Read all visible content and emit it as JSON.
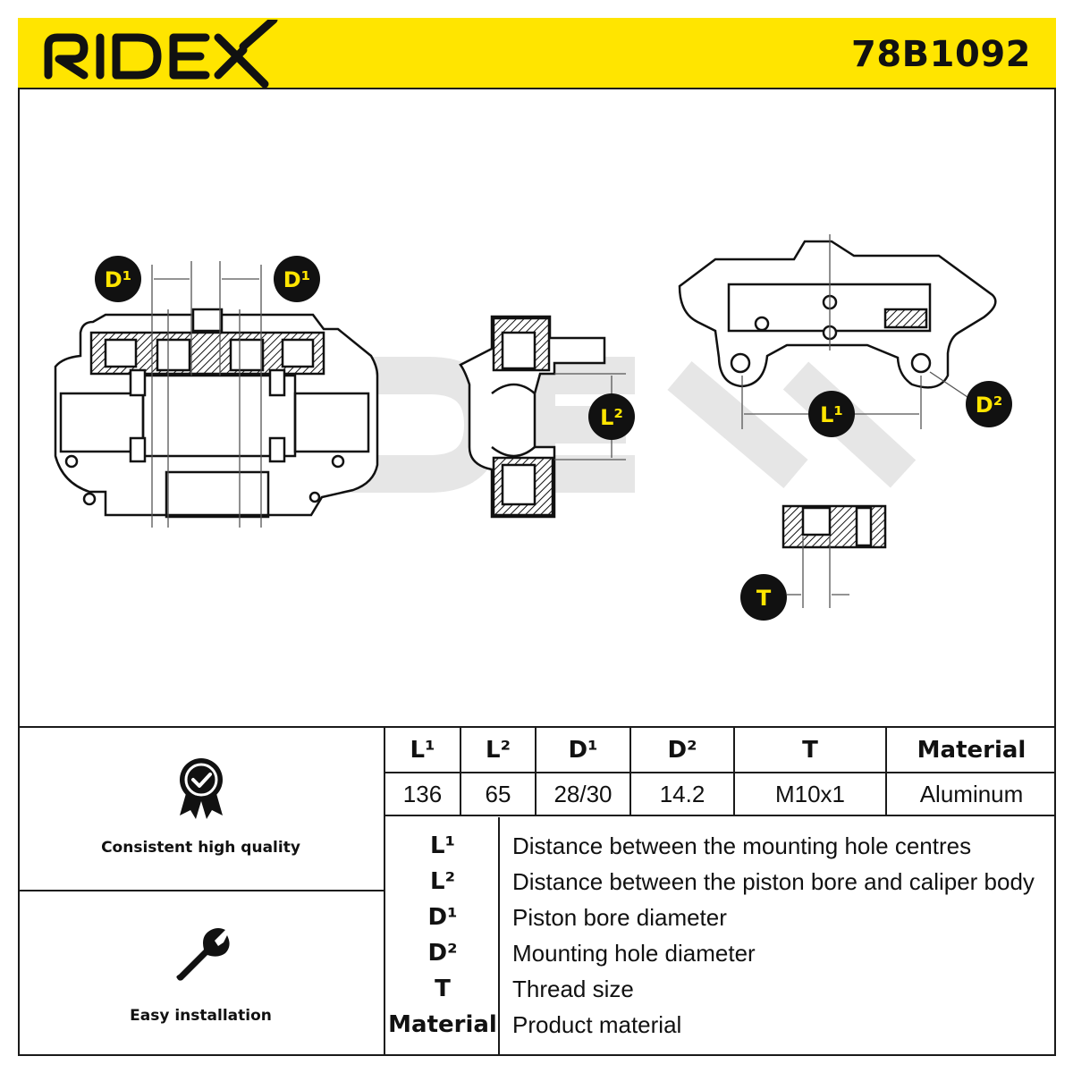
{
  "header": {
    "brand": "RIDEX",
    "part_number": "78B1092",
    "background_color": "#ffe500"
  },
  "drawing": {
    "watermark": "RIDEX",
    "callouts": {
      "d1": "D¹",
      "d2": "D²",
      "l1": "L¹",
      "l2": "L²",
      "t": "T"
    }
  },
  "features": [
    {
      "icon": "quality-badge-icon",
      "label": "Consistent high quality"
    },
    {
      "icon": "wrench-icon",
      "label": "Easy installation"
    }
  ],
  "spec_table": {
    "headers": [
      "L¹",
      "L²",
      "D¹",
      "D²",
      "T",
      "Material"
    ],
    "values": [
      "136",
      "65",
      "28/30",
      "14.2",
      "M10x1",
      "Aluminum"
    ]
  },
  "legend": [
    {
      "symbol": "L¹",
      "description": "Distance between the mounting hole centres"
    },
    {
      "symbol": "L²",
      "description": "Distance between the piston bore and caliper body"
    },
    {
      "symbol": "D¹",
      "description": "Piston bore diameter"
    },
    {
      "symbol": "D²",
      "description": "Mounting hole diameter"
    },
    {
      "symbol": "T",
      "description": "Thread size"
    },
    {
      "symbol": "Material",
      "description": "Product material"
    }
  ]
}
